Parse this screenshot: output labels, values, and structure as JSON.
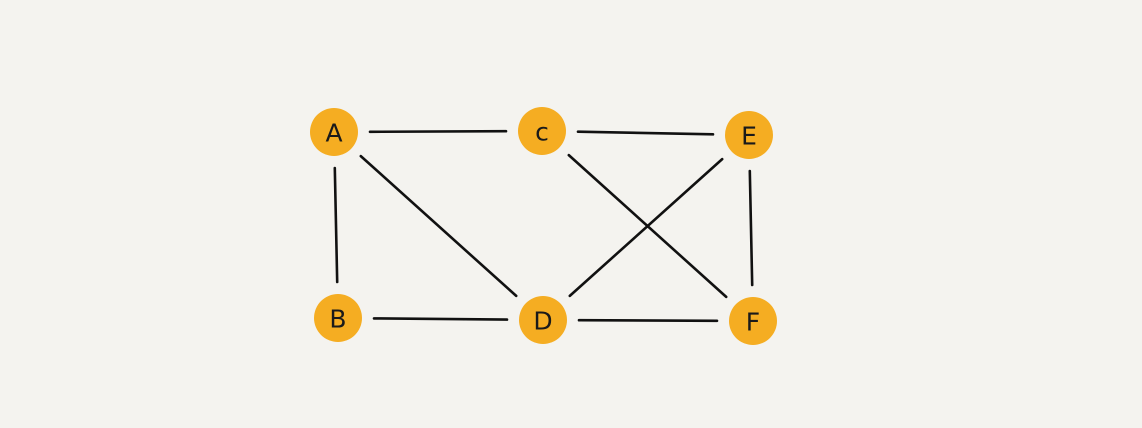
{
  "diagram": {
    "type": "undirected-graph",
    "node_color": "#f5ad22",
    "edge_color": "#111111",
    "background": "#f4f3ef",
    "nodes": [
      {
        "id": "A",
        "label": "A"
      },
      {
        "id": "C",
        "label": "c"
      },
      {
        "id": "E",
        "label": "E"
      },
      {
        "id": "B",
        "label": "B"
      },
      {
        "id": "D",
        "label": "D"
      },
      {
        "id": "F",
        "label": "F"
      }
    ],
    "edges": [
      {
        "from": "A",
        "to": "C"
      },
      {
        "from": "C",
        "to": "E"
      },
      {
        "from": "A",
        "to": "B"
      },
      {
        "from": "A",
        "to": "D"
      },
      {
        "from": "B",
        "to": "D"
      },
      {
        "from": "D",
        "to": "F"
      },
      {
        "from": "C",
        "to": "F"
      },
      {
        "from": "E",
        "to": "D"
      },
      {
        "from": "E",
        "to": "F"
      }
    ]
  }
}
